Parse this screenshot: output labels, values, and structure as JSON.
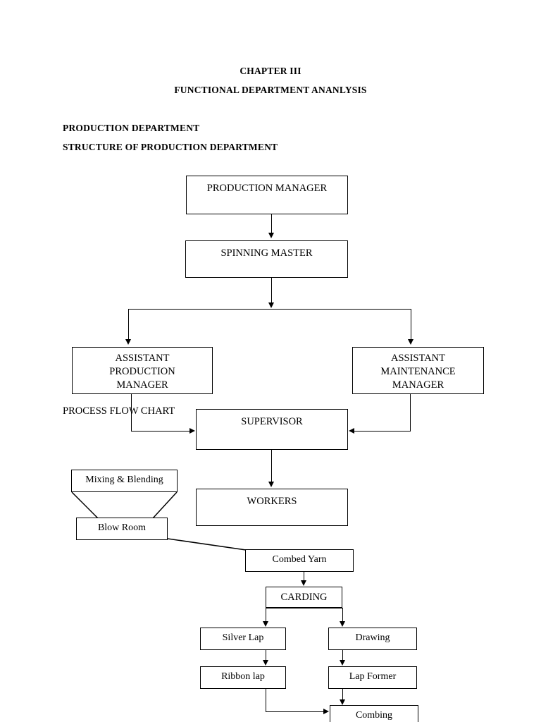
{
  "document": {
    "headings": {
      "chapter": "CHAPTER III",
      "chapter_subtitle": "FUNCTIONAL DEPARTMENT ANANLYSIS",
      "section_production": "PRODUCTION DEPARTMENT",
      "section_structure": "STRUCTURE OF PRODUCTION DEPARTMENT"
    },
    "labels": {
      "process_flow_chart": "PROCESS FLOW CHART"
    }
  },
  "org_chart": {
    "title": "STRUCTURE OF PRODUCTION DEPARTMENT",
    "nodes": {
      "production_manager": "PRODUCTION MANAGER",
      "spinning_master": "SPINNING MASTER",
      "assistant_production_manager": {
        "line1": "ASSISTANT",
        "line2": "PRODUCTION",
        "line3": "MANAGER"
      },
      "assistant_maintenance_manager": {
        "line1": "ASSISTANT",
        "line2": "MAINTENANCE",
        "line3": "MANAGER"
      },
      "supervisor": "SUPERVISOR",
      "workers": "WORKERS"
    },
    "edges": [
      "production_manager -> spinning_master",
      "spinning_master -> assistant_production_manager",
      "spinning_master -> assistant_maintenance_manager",
      "assistant_production_manager -> supervisor",
      "assistant_maintenance_manager -> supervisor",
      "supervisor -> workers"
    ]
  },
  "process_flow": {
    "title": "PROCESS FLOW CHART",
    "nodes": {
      "mixing_blending": "Mixing & Blending",
      "blow_room": "Blow Room",
      "combed_yarn": "Combed Yarn",
      "carding": "CARDING",
      "silver_lap": "Silver Lap",
      "drawing": "Drawing",
      "ribbon_lap": "Ribbon lap",
      "lap_former": "Lap Former",
      "combing": "Combing"
    },
    "edges": [
      "mixing_blending -> blow_room",
      "blow_room -> combed_yarn",
      "combed_yarn -> carding",
      "carding -> silver_lap",
      "carding -> drawing",
      "silver_lap -> ribbon_lap",
      "drawing -> lap_former",
      "ribbon_lap -> combing",
      "lap_former -> combing"
    ]
  },
  "colors": {
    "page_background": "#ffffff",
    "ink": "#000000"
  }
}
